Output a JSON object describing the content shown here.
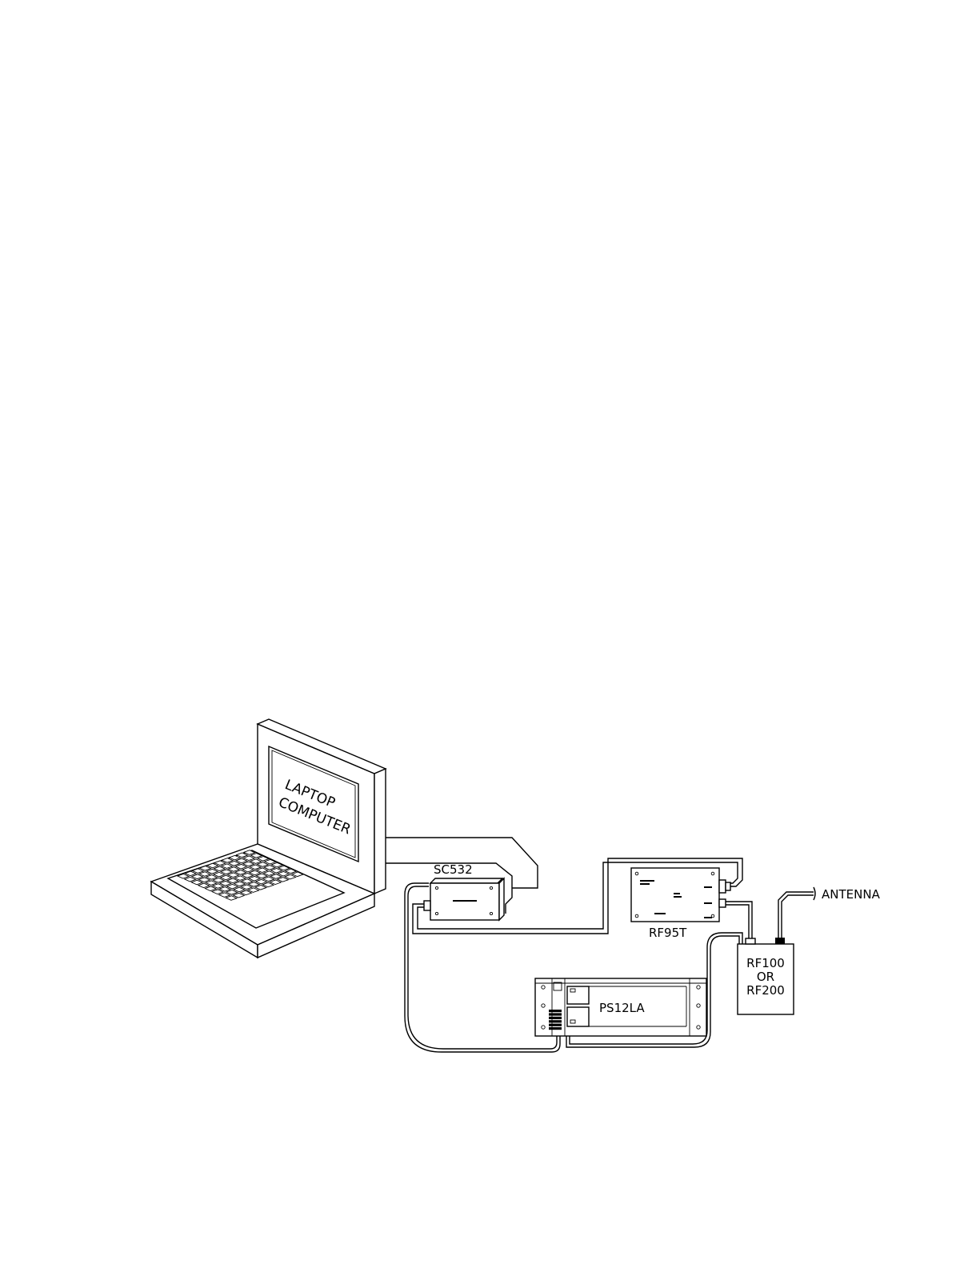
{
  "labels": {
    "laptop_line1": "LAPTOP",
    "laptop_line2": "COMPUTER",
    "sc532": "SC532",
    "rf95t": "RF95T",
    "antenna": "ANTENNA",
    "rf_line1": "RF100",
    "rf_line2": "OR",
    "rf_line3": "RF200",
    "ps12la": "PS12LA"
  }
}
